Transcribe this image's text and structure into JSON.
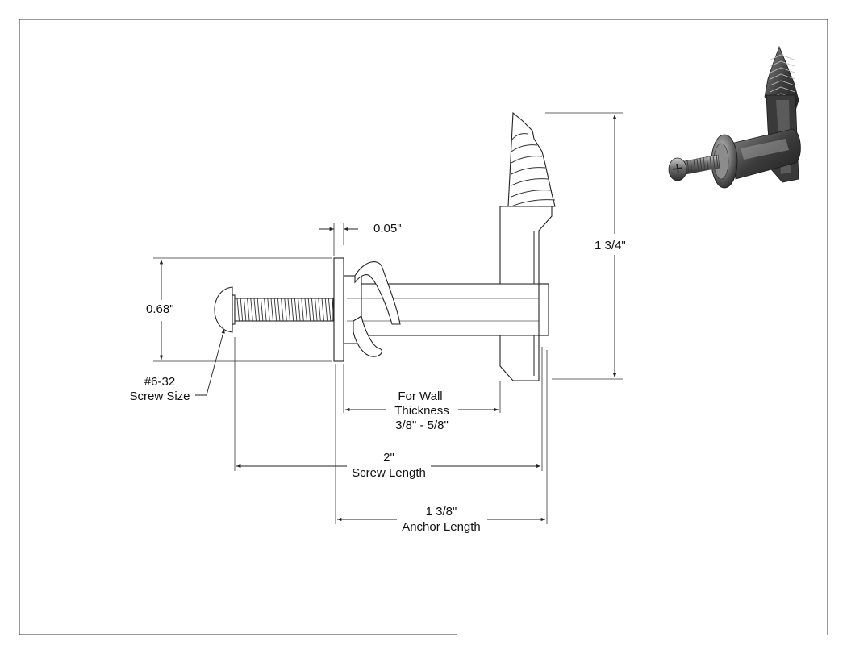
{
  "drawing": {
    "dimensions": {
      "flange_thickness": "0.05\"",
      "head_diameter": "0.68\"",
      "overall_height": "1 3/4\"",
      "screw_size_value": "#6-32",
      "screw_size_label": "Screw Size",
      "wall_label_1": "For Wall",
      "wall_label_2": "Thickness",
      "wall_range": "3/8\" - 5/8\"",
      "screw_length_value": "2\"",
      "screw_length_label": "Screw Length",
      "anchor_length_value": "1 3/8\"",
      "anchor_length_label": "Anchor Length"
    },
    "colors": {
      "line": "#222222",
      "render_dark": "#3a3a3a",
      "render_mid": "#6e6e6e",
      "render_light": "#b5b5b5"
    }
  }
}
